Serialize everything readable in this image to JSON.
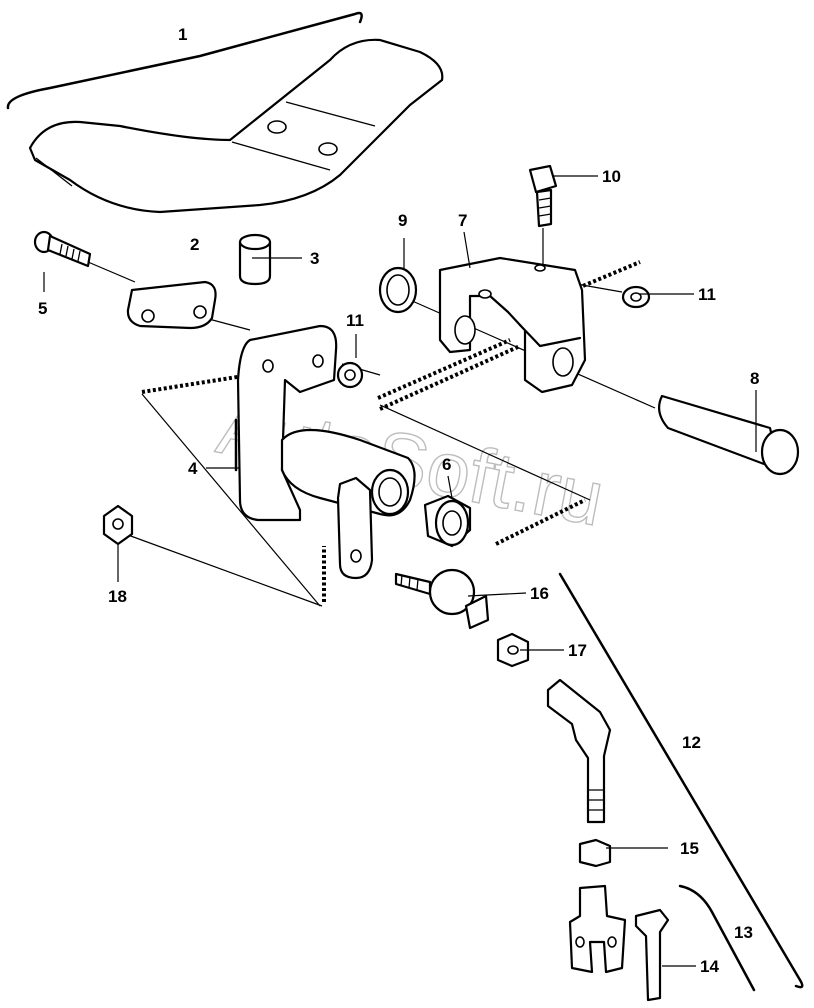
{
  "watermark": "AutoSoft.ru",
  "callouts": {
    "c1": "1",
    "c2": "2",
    "c3": "3",
    "c4": "4",
    "c5": "5",
    "c6": "6",
    "c7": "7",
    "c8": "8",
    "c9": "9",
    "c10": "10",
    "c11a": "11",
    "c11b": "11",
    "c12": "12",
    "c13": "13",
    "c14": "14",
    "c15": "15",
    "c16": "16",
    "c17": "17",
    "c18": "18"
  }
}
